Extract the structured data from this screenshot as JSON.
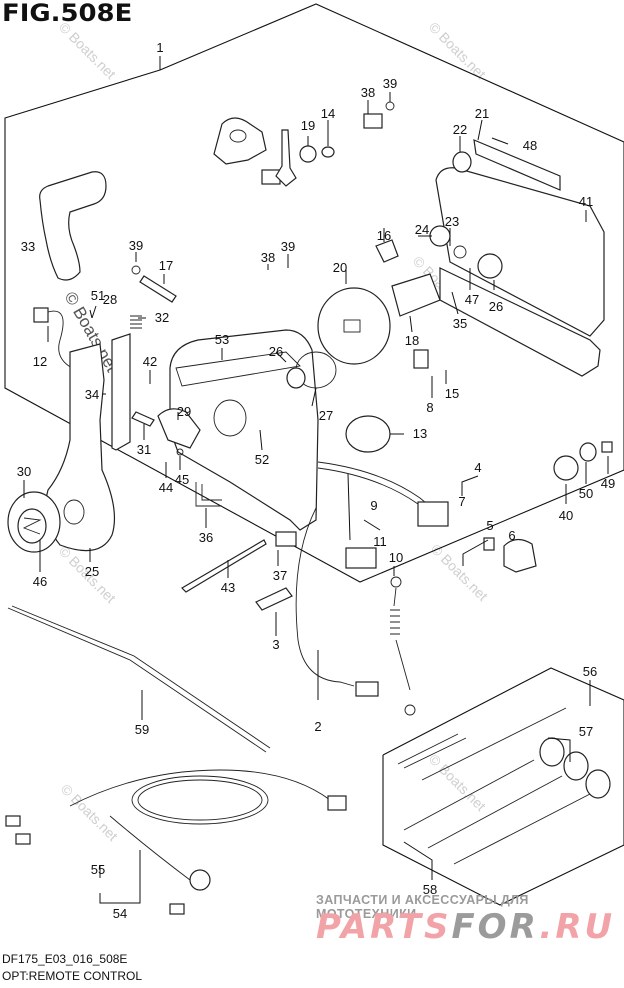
{
  "figure": {
    "title": "FIG.508E",
    "code": "DF175_E03_016_508E",
    "name": "OPT:REMOTE CONTROL"
  },
  "watermark": {
    "text": "© Boats.net"
  },
  "promo": {
    "tagline": "ЗАПЧАСТИ И АКСЕССУАРЫ ДЛЯ МОТОТЕХНИКИ",
    "brand_part1": "PARTS",
    "brand_part2": "FOR",
    "brand_part3": ".RU",
    "colors": {
      "pink": "#f2a3a8",
      "gray": "#9b9b9b"
    }
  },
  "callouts": [
    {
      "id": "c1",
      "label": "1"
    },
    {
      "id": "c2",
      "label": "2"
    },
    {
      "id": "c3",
      "label": "3"
    },
    {
      "id": "c4",
      "label": "4"
    },
    {
      "id": "c5",
      "label": "5"
    },
    {
      "id": "c6",
      "label": "6"
    },
    {
      "id": "c7",
      "label": "7"
    },
    {
      "id": "c8",
      "label": "8"
    },
    {
      "id": "c9",
      "label": "9"
    },
    {
      "id": "c10",
      "label": "10"
    },
    {
      "id": "c11",
      "label": "11"
    },
    {
      "id": "c12",
      "label": "12"
    },
    {
      "id": "c13",
      "label": "13"
    },
    {
      "id": "c14",
      "label": "14"
    },
    {
      "id": "c15",
      "label": "15"
    },
    {
      "id": "c16",
      "label": "16"
    },
    {
      "id": "c17",
      "label": "17"
    },
    {
      "id": "c18",
      "label": "18"
    },
    {
      "id": "c19",
      "label": "19"
    },
    {
      "id": "c20",
      "label": "20"
    },
    {
      "id": "c21",
      "label": "21"
    },
    {
      "id": "c22",
      "label": "22"
    },
    {
      "id": "c23",
      "label": "23"
    },
    {
      "id": "c24",
      "label": "24"
    },
    {
      "id": "c25",
      "label": "25"
    },
    {
      "id": "c26a",
      "label": "26"
    },
    {
      "id": "c26b",
      "label": "26"
    },
    {
      "id": "c27",
      "label": "27"
    },
    {
      "id": "c28",
      "label": "28"
    },
    {
      "id": "c29",
      "label": "29"
    },
    {
      "id": "c30",
      "label": "30"
    },
    {
      "id": "c31",
      "label": "31"
    },
    {
      "id": "c32",
      "label": "32"
    },
    {
      "id": "c33",
      "label": "33"
    },
    {
      "id": "c34",
      "label": "34"
    },
    {
      "id": "c35",
      "label": "35"
    },
    {
      "id": "c36",
      "label": "36"
    },
    {
      "id": "c37",
      "label": "37"
    },
    {
      "id": "c38a",
      "label": "38"
    },
    {
      "id": "c38b",
      "label": "38"
    },
    {
      "id": "c39a",
      "label": "39"
    },
    {
      "id": "c39b",
      "label": "39"
    },
    {
      "id": "c39c",
      "label": "39"
    },
    {
      "id": "c40",
      "label": "40"
    },
    {
      "id": "c41",
      "label": "41"
    },
    {
      "id": "c42",
      "label": "42"
    },
    {
      "id": "c43",
      "label": "43"
    },
    {
      "id": "c44",
      "label": "44"
    },
    {
      "id": "c45",
      "label": "45"
    },
    {
      "id": "c46",
      "label": "46"
    },
    {
      "id": "c47",
      "label": "47"
    },
    {
      "id": "c48",
      "label": "48"
    },
    {
      "id": "c49",
      "label": "49"
    },
    {
      "id": "c50",
      "label": "50"
    },
    {
      "id": "c51",
      "label": "51"
    },
    {
      "id": "c52",
      "label": "52"
    },
    {
      "id": "c53",
      "label": "53"
    },
    {
      "id": "c54",
      "label": "54"
    },
    {
      "id": "c55",
      "label": "55"
    },
    {
      "id": "c56",
      "label": "56"
    },
    {
      "id": "c57",
      "label": "57"
    },
    {
      "id": "c58",
      "label": "58"
    },
    {
      "id": "c59",
      "label": "59"
    }
  ]
}
